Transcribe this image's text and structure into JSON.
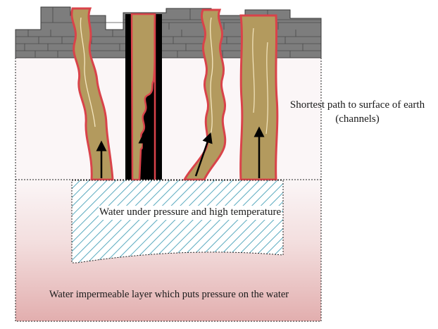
{
  "labels": {
    "channels": "Shortest path to surface of earth (channels)",
    "water": "Water under pressure and high temperature",
    "impermeable": "Water impermeable layer which puts pressure on the water"
  },
  "colors": {
    "rock": "#7d7d7d",
    "rock_edge": "#3a3a3a",
    "channel_fill": "#b39a5e",
    "channel_border": "#d9434a",
    "blockage": "#000000",
    "hatch": "#5aaabf",
    "impermeable_layer": "#e6b4b4",
    "background_upper": "#fbf6f7"
  }
}
